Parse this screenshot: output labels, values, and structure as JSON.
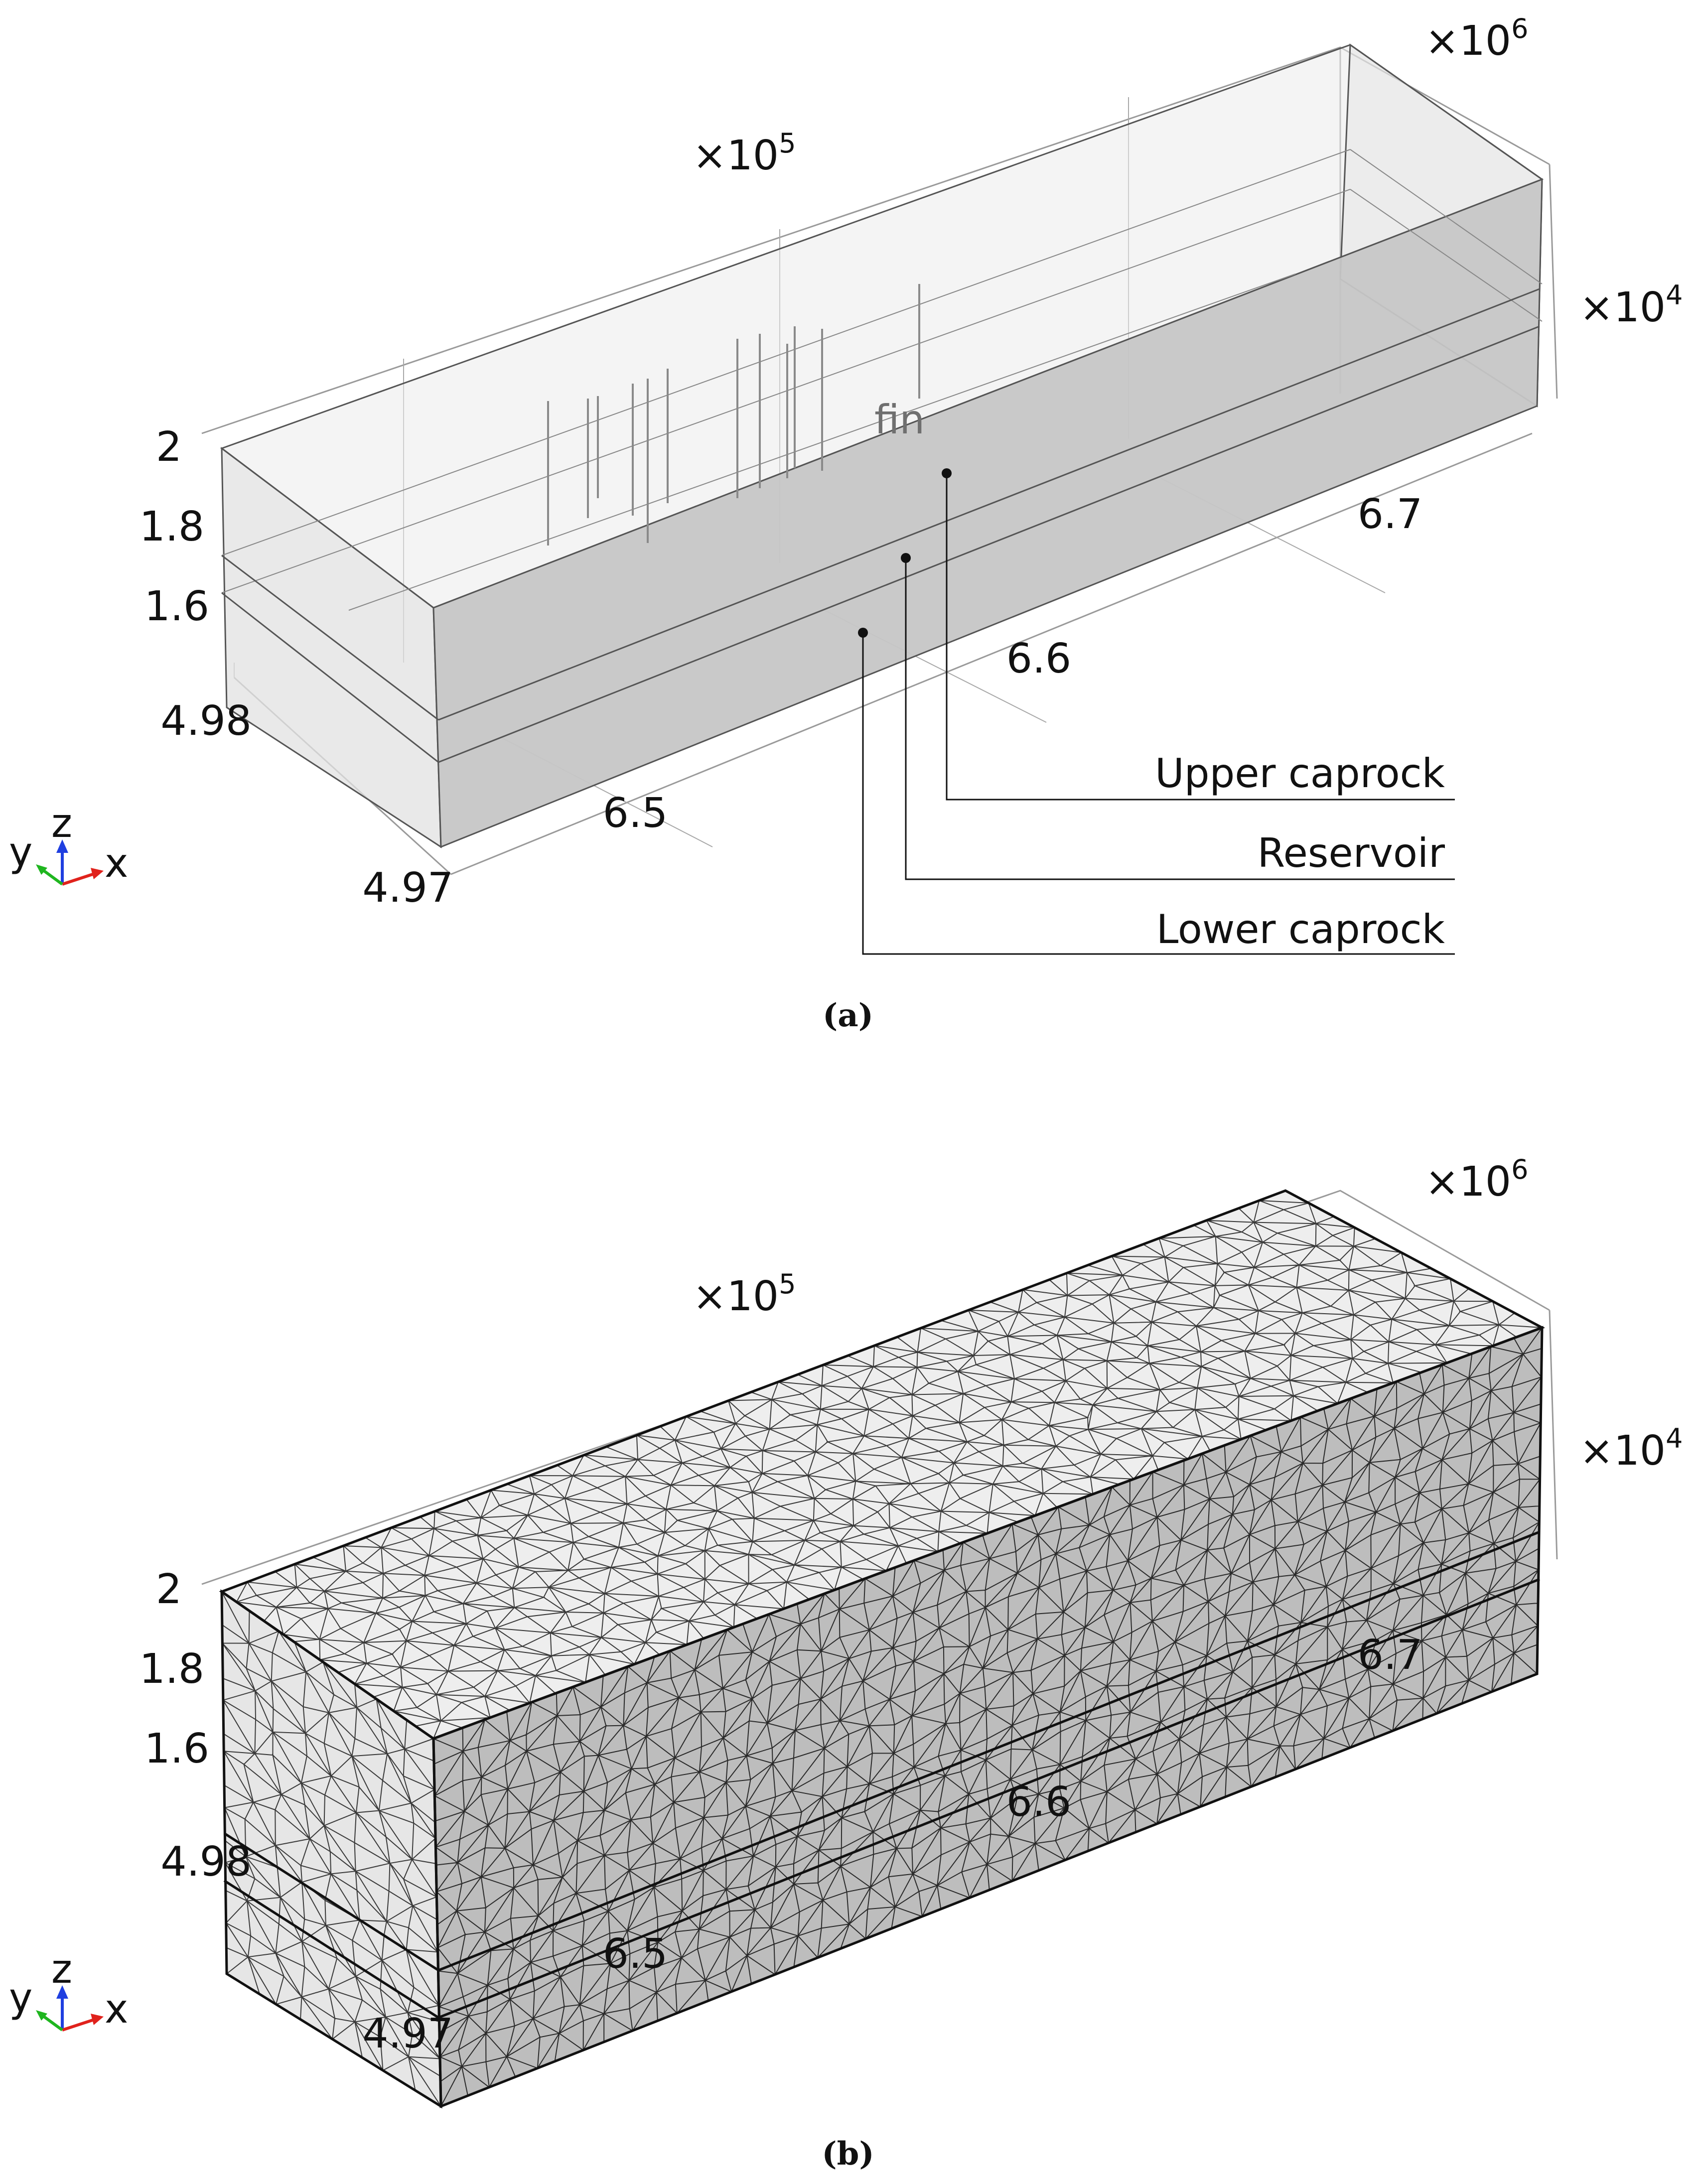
{
  "panel_a": {
    "caption": "(a)",
    "exponents": {
      "x": "×10",
      "x_power": "5",
      "y": "×10",
      "y_power": "6",
      "z": "×10",
      "z_power": "4"
    },
    "x_ticks": [
      "6.5",
      "6.6",
      "6.7"
    ],
    "y_ticks": [
      "4.97",
      "4.98"
    ],
    "z_ticks": [
      "2",
      "1.8",
      "1.6"
    ],
    "fault_label": "fin",
    "callouts": [
      "Upper caprock",
      "Reservoir",
      "Lower caprock"
    ],
    "triad": {
      "x": "x",
      "y": "y",
      "z": "z"
    }
  },
  "panel_b": {
    "caption": "(b)",
    "exponents": {
      "x": "×10",
      "x_power": "5",
      "y": "×10",
      "y_power": "6",
      "z": "×10",
      "z_power": "4"
    },
    "x_ticks": [
      "6.5",
      "6.6",
      "6.7"
    ],
    "y_ticks": [
      "4.97",
      "4.98"
    ],
    "z_ticks": [
      "2",
      "1.8",
      "1.6"
    ],
    "triad": {
      "x": "x",
      "y": "y",
      "z": "z"
    }
  },
  "colors": {
    "front_face": "#c6c6c6",
    "top_face": "#ebebeb",
    "side_face": "#dedede",
    "mesh_front": "#bdbdbd",
    "mesh_top": "#eeeeee",
    "triad_x": "#e0221c",
    "triad_y": "#1fb61f",
    "triad_z": "#1f3fe0"
  }
}
